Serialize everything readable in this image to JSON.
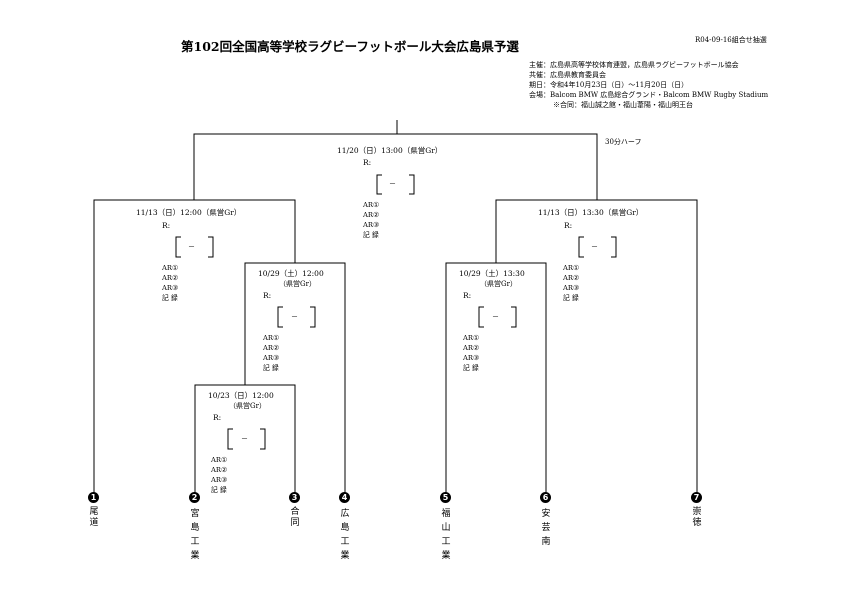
{
  "title": "第102回全国高等学校ラグビーフットボール大会広島県予選",
  "doc_code": "R04-09-16組合せ抽選",
  "meta": [
    "主催：広島県高等学校体育連盟，広島県ラグビーフットボール協会",
    "共催：広島県教育委員会",
    "期日：令和4年10月23日（日）～11月20日（日）",
    "会場：Balcom BMW 広島総合グランド・Balcom BMW Rugby Stadium",
    "※合同：福山誠之館・福山葦陽・福山明王台"
  ],
  "half_note": "30分ハーフ",
  "matches": {
    "final": {
      "time": "11/20（日）13:00（県営Gr）",
      "referee": "R:",
      "score": "－"
    },
    "semi_left": {
      "time": "11/13（日）12:00（県営Gr）",
      "referee": "R:",
      "score": "－"
    },
    "semi_right": {
      "time": "11/13（日）13:30（県営Gr）",
      "referee": "R:",
      "score": "－"
    },
    "qf_left": {
      "time": "10/29（土）12:00",
      "venue": "（県営Gr）",
      "referee": "R:",
      "score": "－"
    },
    "qf_right": {
      "time": "10/29（土）13:30",
      "venue": "（県営Gr）",
      "referee": "R:",
      "score": "－"
    },
    "r1": {
      "time": "10/23（日）12:00",
      "venue": "（県営Gr）",
      "referee": "R:",
      "score": "－"
    }
  },
  "officials": [
    "AR①",
    "AR②",
    "AR③",
    "記 録"
  ],
  "teams": [
    {
      "num": "1",
      "name": "尾　　　　道"
    },
    {
      "num": "2",
      "name": "宮島工業"
    },
    {
      "num": "3",
      "name": "合　　　　同"
    },
    {
      "num": "4",
      "name": "広島工業"
    },
    {
      "num": "5",
      "name": "福山工業"
    },
    {
      "num": "6",
      "name": "安　芸　南"
    },
    {
      "num": "7",
      "name": "崇　　　　徳"
    }
  ]
}
